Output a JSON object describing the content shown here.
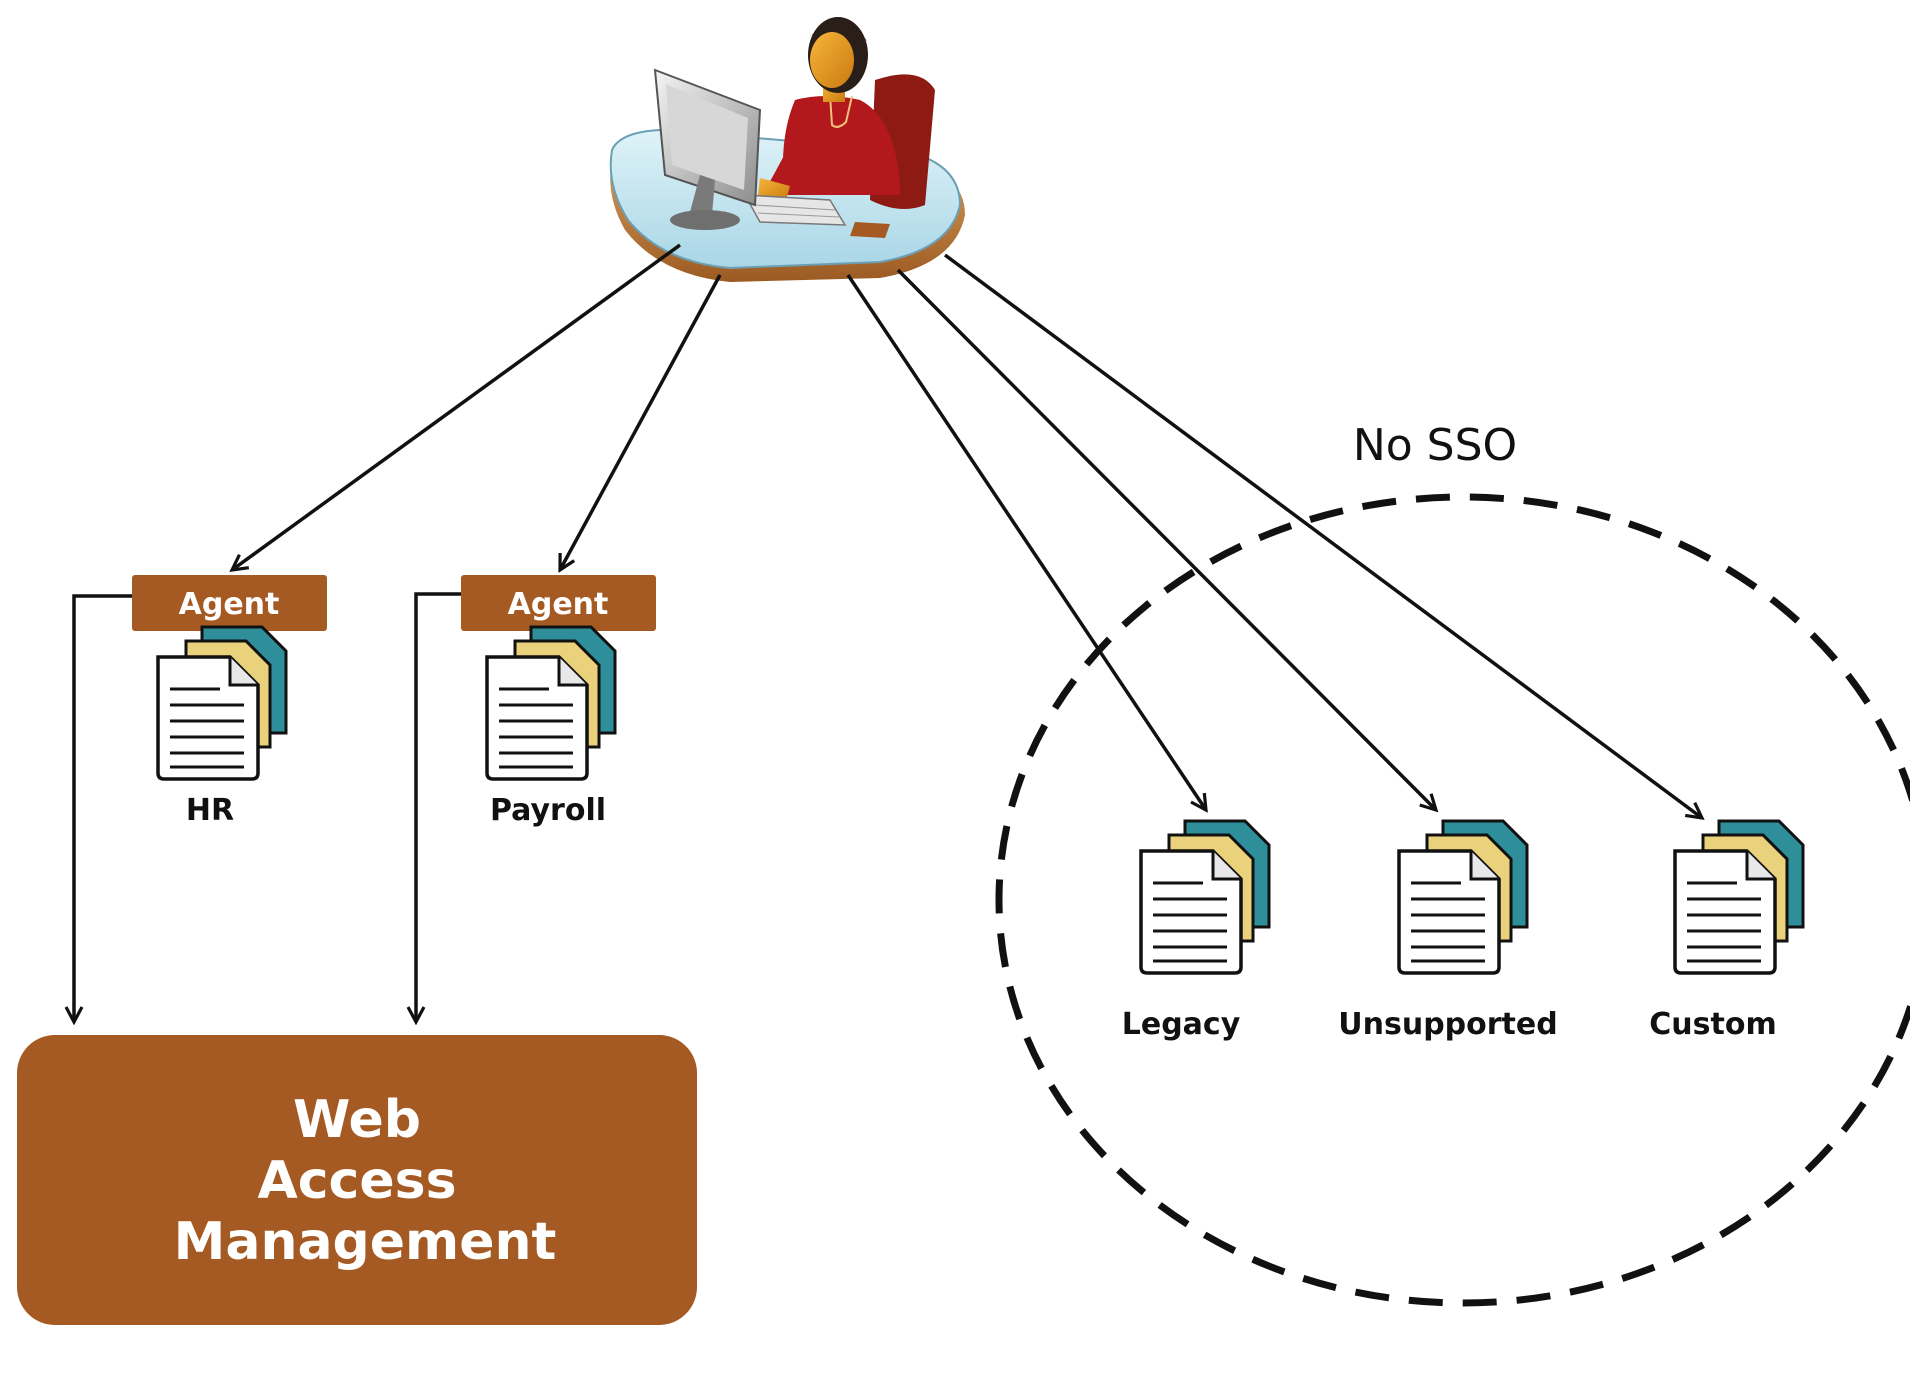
{
  "agents": [
    {
      "label": "Agent"
    },
    {
      "label": "Agent"
    }
  ],
  "apps": {
    "hr": "HR",
    "payroll": "Payroll",
    "legacy": "Legacy",
    "unsupported": "Unsupported",
    "custom": "Custom"
  },
  "wam": {
    "line1": "Web",
    "line2": "Access",
    "line3": "Management"
  },
  "no_sso_label": "No SSO",
  "icons": {
    "user": "user-at-computer-icon",
    "document_stack": "document-stack-icon"
  },
  "colors": {
    "brown": "#A45A22",
    "arrow": "#111111",
    "doc_teal": "#2E8E9A",
    "doc_yellow": "#EAD27C",
    "doc_paper": "#FFFFFF",
    "user_shirt": "#B3191C",
    "desk": "#BFE3EE"
  }
}
